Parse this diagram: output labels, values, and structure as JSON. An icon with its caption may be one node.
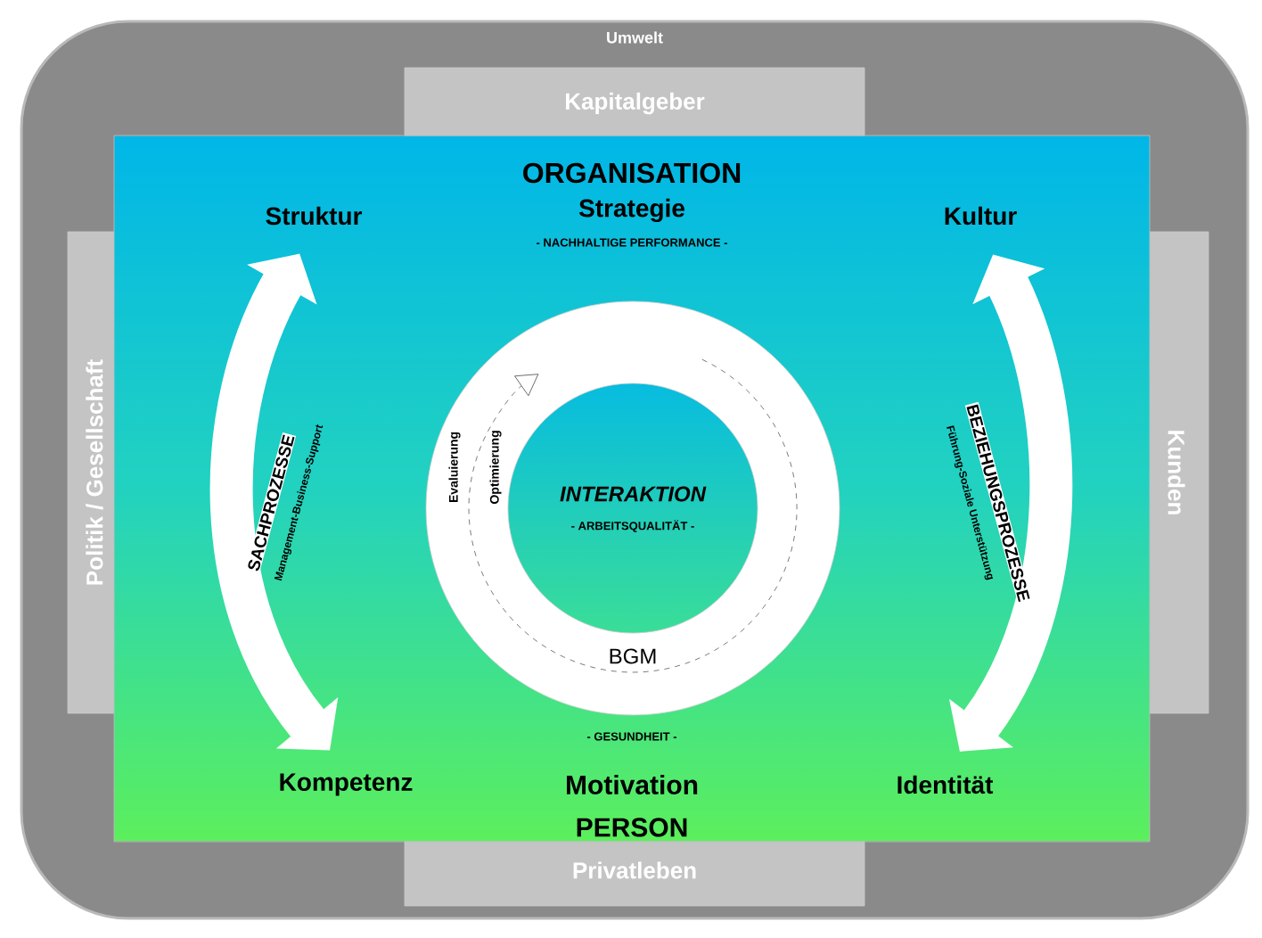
{
  "diagram": {
    "nodes": [
      {
        "text": [
          "Umwelt"
        ]
      },
      {
        "text": [
          "Kapitalgeber"
        ],
        "in": 0
      },
      {
        "text": [
          "Politik / Gesellschaft"
        ],
        "in": 0
      },
      {
        "text": [
          "Kunden"
        ],
        "in": 0
      },
      {
        "text": [
          "ORGANISATION",
          "Strategie",
          "- NACHHALTIGE PERFORMANCE -",
          "- GESUNDHEIT -",
          "Motivation",
          "PERSON"
        ],
        "in": 0
      },
      {
        "text": [
          "Struktur"
        ],
        "in": 4
      },
      {
        "text": [
          "Kultur"
        ],
        "in": 4
      },
      {
        "text": [
          "BGM"
        ],
        "in": 4
      },
      {
        "text": [
          "INTERAKTION",
          "- ARBEITSQUALITÄT -"
        ],
        "in": 7
      },
      {
        "text": [
          "Kompetenz"
        ],
        "in": 4
      },
      {
        "text": [
          "Identität"
        ],
        "in": 4
      },
      {
        "text": [
          "Privatleben"
        ],
        "in": 0
      }
    ],
    "edges": [
      {
        "from": 5,
        "to": 9,
        "arrow": "both",
        "label": "SACHPROZESSE"
      },
      {
        "from": 6,
        "to": 10,
        "arrow": "both",
        "label": "BEZIEHUNGSPROZESSE"
      }
    ],
    "labels": [
      "Management-Business-Support",
      "Evaluierung",
      "Optimierung",
      "Führung-Soziale Unterstützung"
    ]
  }
}
